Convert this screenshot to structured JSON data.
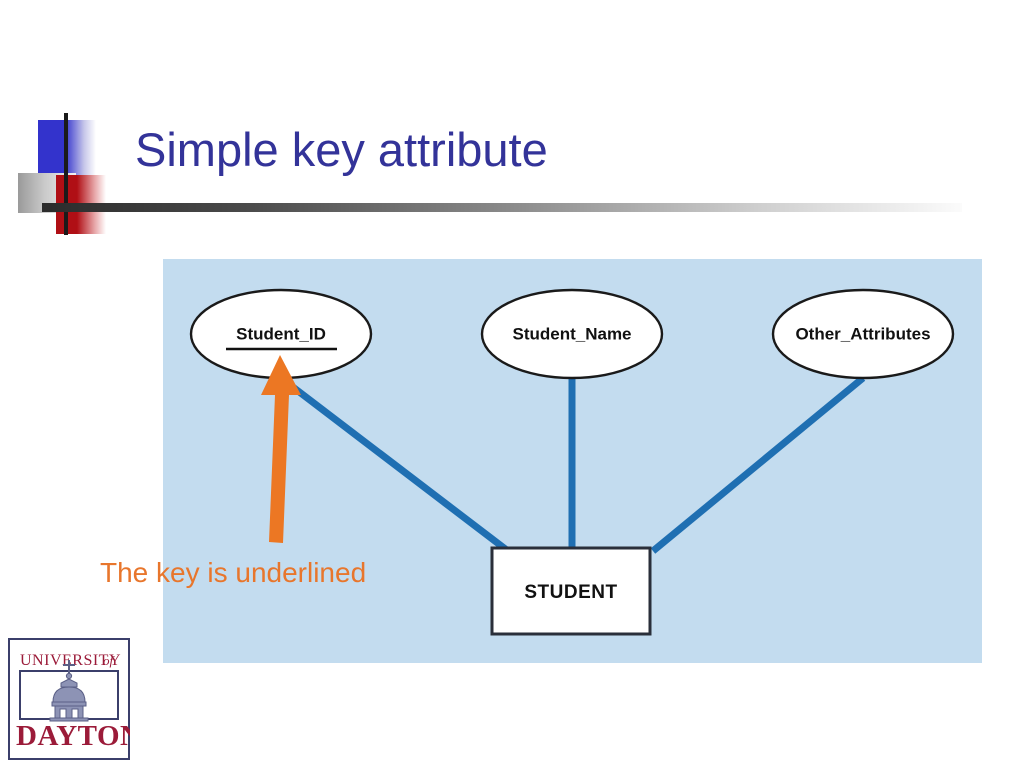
{
  "slide": {
    "title": "Simple key attribute",
    "title_color": "#333399",
    "background": "#ffffff"
  },
  "decoration": {
    "blue_block": "blue-gradient-block",
    "gray_block": "gray-gradient-block",
    "red_block": "red-gradient-block",
    "vertical_bar": "black-vertical-bar",
    "horizontal_rule": "gray-gradient-rule"
  },
  "diagram": {
    "panel_color": "#c3dcef",
    "link_color": "#1f6fb2",
    "node_fill": "#ffffff",
    "node_stroke": "#1a1a1a",
    "attributes": [
      {
        "id": "student-id",
        "label": "Student_ID",
        "is_key": true,
        "underlined": true
      },
      {
        "id": "student-name",
        "label": "Student_Name",
        "is_key": false,
        "underlined": false
      },
      {
        "id": "other-attributes",
        "label": "Other_Attributes",
        "is_key": false,
        "underlined": false
      }
    ],
    "entity": {
      "id": "student",
      "label": "STUDENT"
    },
    "connectors": [
      {
        "from": "student-id",
        "to": "student"
      },
      {
        "from": "student-name",
        "to": "student"
      },
      {
        "from": "other-attributes",
        "to": "student"
      }
    ]
  },
  "annotation": {
    "text": "The key is underlined",
    "color": "#e8762c",
    "arrow": "orange-up-arrow",
    "points_to": "student-id"
  },
  "logo": {
    "line1": "UNIVERSITY",
    "line1_suffix": "of",
    "line2": "DAYTON",
    "emblem": "chapel-dome-with-cross",
    "text_color": "#9b1b39",
    "frame_color": "#3b3f6b"
  }
}
